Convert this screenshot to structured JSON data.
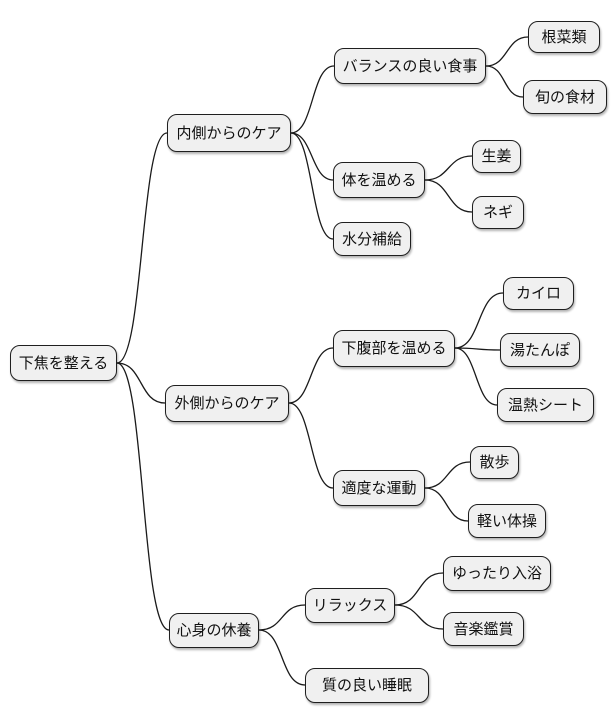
{
  "diagram_type": "mindmap",
  "colors": {
    "background": "#ffffff",
    "node_fill": "#f0f0f0",
    "node_border": "#1f1f1f",
    "edge": "#1a1a1a",
    "text": "#111111"
  },
  "mindmap": {
    "root": {
      "label": "下焦を整える",
      "children": [
        {
          "label": "内側からのケア",
          "children": [
            {
              "label": "バランスの良い食事",
              "children": [
                {
                  "label": "根菜類"
                },
                {
                  "label": "旬の食材"
                }
              ]
            },
            {
              "label": "体を温める",
              "children": [
                {
                  "label": "生姜"
                },
                {
                  "label": "ネギ"
                }
              ]
            },
            {
              "label": "水分補給"
            }
          ]
        },
        {
          "label": "外側からのケア",
          "children": [
            {
              "label": "下腹部を温める",
              "children": [
                {
                  "label": "カイロ"
                },
                {
                  "label": "湯たんぽ"
                },
                {
                  "label": "温熱シート"
                }
              ]
            },
            {
              "label": "適度な運動",
              "children": [
                {
                  "label": "散歩"
                },
                {
                  "label": "軽い体操"
                }
              ]
            }
          ]
        },
        {
          "label": "心身の休養",
          "children": [
            {
              "label": "リラックス",
              "children": [
                {
                  "label": "ゆったり入浴"
                },
                {
                  "label": "音楽鑑賞"
                }
              ]
            },
            {
              "label": "質の良い睡眠"
            }
          ]
        }
      ]
    }
  }
}
